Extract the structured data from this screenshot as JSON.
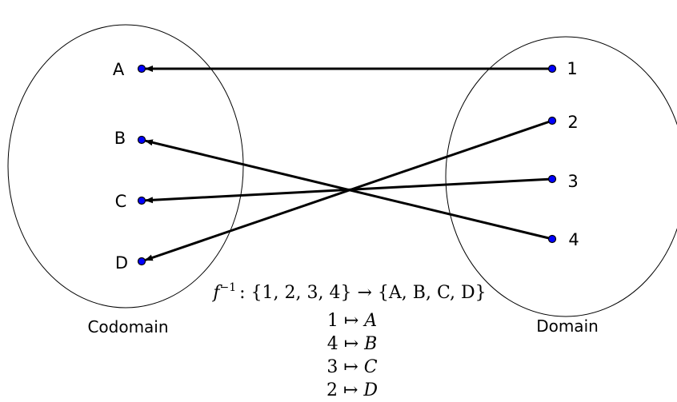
{
  "diagram": {
    "colors": {
      "point_fill": "#0000ff",
      "stroke": "#000000",
      "background": "#ffffff"
    },
    "codomain": {
      "caption": "Codomain",
      "elements": [
        "A",
        "B",
        "C",
        "D"
      ]
    },
    "domain": {
      "caption": "Domain",
      "elements": [
        "1",
        "2",
        "3",
        "4"
      ]
    },
    "mapping": [
      {
        "from": "1",
        "to": "A"
      },
      {
        "from": "2",
        "to": "D"
      },
      {
        "from": "3",
        "to": "C"
      },
      {
        "from": "4",
        "to": "B"
      }
    ],
    "formula": {
      "func": "f",
      "sup": "−1",
      "rest": ": {1, 2, 3, 4} → {A, B, C, D}",
      "lines": [
        {
          "num": "1",
          "arrow": " ↦ ",
          "var": "A"
        },
        {
          "num": "4",
          "arrow": " ↦ ",
          "var": "B"
        },
        {
          "num": "3",
          "arrow": " ↦ ",
          "var": "C"
        },
        {
          "num": "2",
          "arrow": " ↦ ",
          "var": "D"
        }
      ]
    }
  }
}
